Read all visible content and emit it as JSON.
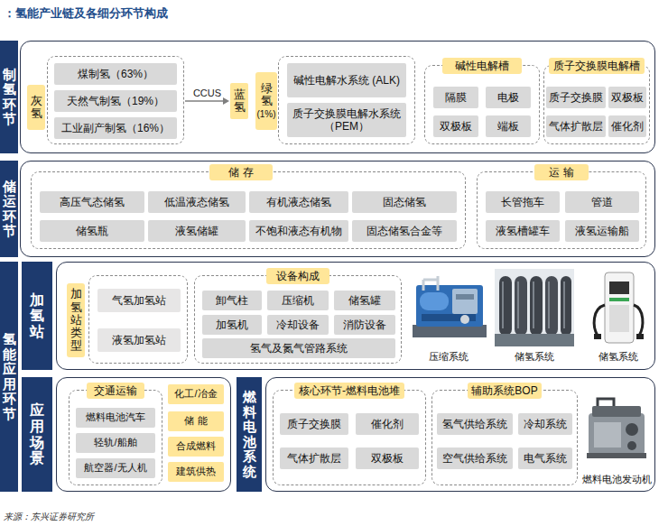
{
  "diagram": {
    "title": "：氢能产业链及各细分环节构成",
    "caption": "来源：东兴证券研究所",
    "nodes": [
      {
        "text": [
          "制氢环节"
        ]
      },
      {
        "text": [
          "灰氢"
        ]
      },
      {
        "text": [
          "煤制氢（63%）"
        ],
        "in": 1
      },
      {
        "text": [
          "天然气制氢（19%）"
        ],
        "in": 1
      },
      {
        "text": [
          "工业副产制氢（16%）"
        ],
        "in": 1
      },
      {
        "text": [
          "蓝氢"
        ]
      },
      {
        "text": [
          "绿氢",
          "(1%)"
        ]
      },
      {
        "text": [
          "碱性电解水系统 (ALK)"
        ],
        "in": 6
      },
      {
        "text": [
          "质子交换膜电解水系统（PEM）"
        ],
        "in": 6
      },
      {
        "text": [
          "碱性电解槽"
        ]
      },
      {
        "text": [
          "隔膜"
        ],
        "in": 9
      },
      {
        "text": [
          "电极"
        ],
        "in": 9
      },
      {
        "text": [
          "双极板"
        ],
        "in": 9
      },
      {
        "text": [
          "端板"
        ],
        "in": 9
      },
      {
        "text": [
          "质子交换膜电解槽"
        ]
      },
      {
        "text": [
          "质子交换膜"
        ],
        "in": 14
      },
      {
        "text": [
          "双极板"
        ],
        "in": 14
      },
      {
        "text": [
          "气体扩散层"
        ],
        "in": 14
      },
      {
        "text": [
          "催化剂"
        ],
        "in": 14
      },
      {
        "text": [
          "储运环节"
        ]
      },
      {
        "text": [
          "储 存"
        ]
      },
      {
        "text": [
          "高压气态储氢"
        ],
        "in": 20
      },
      {
        "text": [
          "低温液态储氢"
        ],
        "in": 20
      },
      {
        "text": [
          "有机液态储氢"
        ],
        "in": 20
      },
      {
        "text": [
          "固态储氢"
        ],
        "in": 20
      },
      {
        "text": [
          "储氢瓶"
        ],
        "in": 20
      },
      {
        "text": [
          "液氢储罐"
        ],
        "in": 20
      },
      {
        "text": [
          "不饱和液态有机物"
        ],
        "in": 20
      },
      {
        "text": [
          "固态储氢合金等"
        ],
        "in": 20
      },
      {
        "text": [
          "运 输"
        ]
      },
      {
        "text": [
          "长管拖车"
        ],
        "in": 29
      },
      {
        "text": [
          "管道"
        ],
        "in": 29
      },
      {
        "text": [
          "液氢槽罐车"
        ],
        "in": 29
      },
      {
        "text": [
          "液氢运输船"
        ],
        "in": 29
      },
      {
        "text": [
          "氢能应用环节"
        ]
      },
      {
        "text": [
          "加氢站"
        ]
      },
      {
        "text": [
          "加氢站类型"
        ]
      },
      {
        "text": [
          "气氢加氢站"
        ],
        "in": 36
      },
      {
        "text": [
          "液氢加氢站"
        ],
        "in": 36
      },
      {
        "text": [
          "设备构成"
        ]
      },
      {
        "text": [
          "卸气柱"
        ],
        "in": 39
      },
      {
        "text": [
          "压缩机"
        ],
        "in": 39
      },
      {
        "text": [
          "储氢罐"
        ],
        "in": 39
      },
      {
        "text": [
          "加氢机"
        ],
        "in": 39
      },
      {
        "text": [
          "冷却设备"
        ],
        "in": 39
      },
      {
        "text": [
          "消防设备"
        ],
        "in": 39
      },
      {
        "text": [
          "氢气及氮气管路系统"
        ],
        "in": 39
      },
      {
        "text": [
          "应用场景"
        ]
      },
      {
        "text": [
          "交通运输"
        ]
      },
      {
        "text": [
          "燃料电池汽车"
        ],
        "in": 48
      },
      {
        "text": [
          "轻轨/船舶"
        ],
        "in": 48
      },
      {
        "text": [
          "航空器/无人机"
        ],
        "in": 48
      },
      {
        "text": [
          "化工/冶金"
        ]
      },
      {
        "text": [
          "储 能"
        ]
      },
      {
        "text": [
          "合成燃料"
        ]
      },
      {
        "text": [
          "建筑供热"
        ]
      },
      {
        "text": [
          "燃料电池系统"
        ]
      },
      {
        "text": [
          "核心环节-燃料电池堆"
        ]
      },
      {
        "text": [
          "质子交换膜"
        ],
        "in": 57
      },
      {
        "text": [
          "催化剂"
        ],
        "in": 57
      },
      {
        "text": [
          "气体扩散层"
        ],
        "in": 57
      },
      {
        "text": [
          "双极板"
        ],
        "in": 57
      },
      {
        "text": [
          "辅助系统BOP"
        ]
      },
      {
        "text": [
          "氢气供给系统"
        ],
        "in": 62
      },
      {
        "text": [
          "冷却系统"
        ],
        "in": 62
      },
      {
        "text": [
          "空气供给系统"
        ],
        "in": 62
      },
      {
        "text": [
          "电气系统"
        ],
        "in": 62
      }
    ],
    "edges": [
      {
        "from": 1,
        "to": 5,
        "label": "CCUS",
        "arrow": "to"
      }
    ],
    "labels": [
      "压缩系统",
      "储氢系统",
      "储氢系统",
      "燃料电池发动机"
    ]
  }
}
